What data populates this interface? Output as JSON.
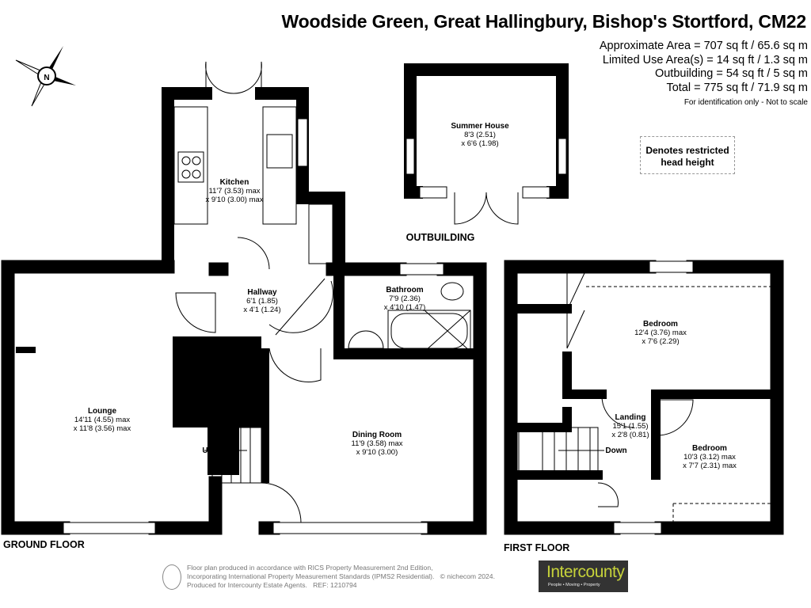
{
  "header": {
    "title": "Woodside Green, Great Hallingbury, Bishop's Stortford, CM22",
    "areas": [
      "Approximate Area = 707 sq ft / 65.6 sq m",
      "Limited Use Area(s) = 14 sq ft / 1.3 sq m",
      "Outbuilding = 54 sq ft / 5 sq m",
      "Total = 775 sq ft / 71.9 sq m"
    ],
    "note": "For identification only - Not to scale"
  },
  "compass": {
    "letter": "N",
    "icon": "compass-north-icon"
  },
  "legend": {
    "restricted": "Denotes restricted head height"
  },
  "outbuilding": {
    "label": "OUTBUILDING",
    "room": {
      "name": "Summer House",
      "dim1": "8'3 (2.51)",
      "dim2": "x 6'6 (1.98)"
    }
  },
  "ground_floor": {
    "label": "GROUND FLOOR",
    "rooms": {
      "kitchen": {
        "name": "Kitchen",
        "dim1": "11'7 (3.53) max",
        "dim2": "x 9'10 (3.00) max"
      },
      "hallway": {
        "name": "Hallway",
        "dim1": "6'1 (1.85)",
        "dim2": "x 4'1 (1.24)"
      },
      "bathroom": {
        "name": "Bathroom",
        "dim1": "7'9 (2.36)",
        "dim2": "x 4'10 (1.47)"
      },
      "lounge": {
        "name": "Lounge",
        "dim1": "14'11 (4.55) max",
        "dim2": "x 11'8 (3.56) max"
      },
      "dining": {
        "name": "Dining Room",
        "dim1": "11'9 (3.58) max",
        "dim2": "x 9'10 (3.00)"
      }
    },
    "stairs": "Up"
  },
  "first_floor": {
    "label": "FIRST FLOOR",
    "rooms": {
      "bedroom1": {
        "name": "Bedroom",
        "dim1": "12'4 (3.76) max",
        "dim2": "x 7'6 (2.29)"
      },
      "landing": {
        "name": "Landing",
        "dim1": "15'1 (1.55)",
        "dim2": "x 2'8 (0.81)"
      },
      "bedroom2": {
        "name": "Bedroom",
        "dim1": "10'3 (3.12) max",
        "dim2": "x 7'7 (2.31) max"
      }
    },
    "stairs": "Down"
  },
  "footer": {
    "lines": [
      "Floor plan produced in accordance with RICS Property Measurement 2nd Edition,",
      "Incorporating International Property Measurement Standards (IPMS2 Residential).",
      "Produced for Intercounty Estate Agents."
    ],
    "copyright": "© nichecom 2024.",
    "ref": "REF:  1210794"
  },
  "logo": {
    "name": "Intercounty",
    "tagline": "People • Moving • Property",
    "bg": "#333333",
    "accent": "#c6d23a"
  }
}
